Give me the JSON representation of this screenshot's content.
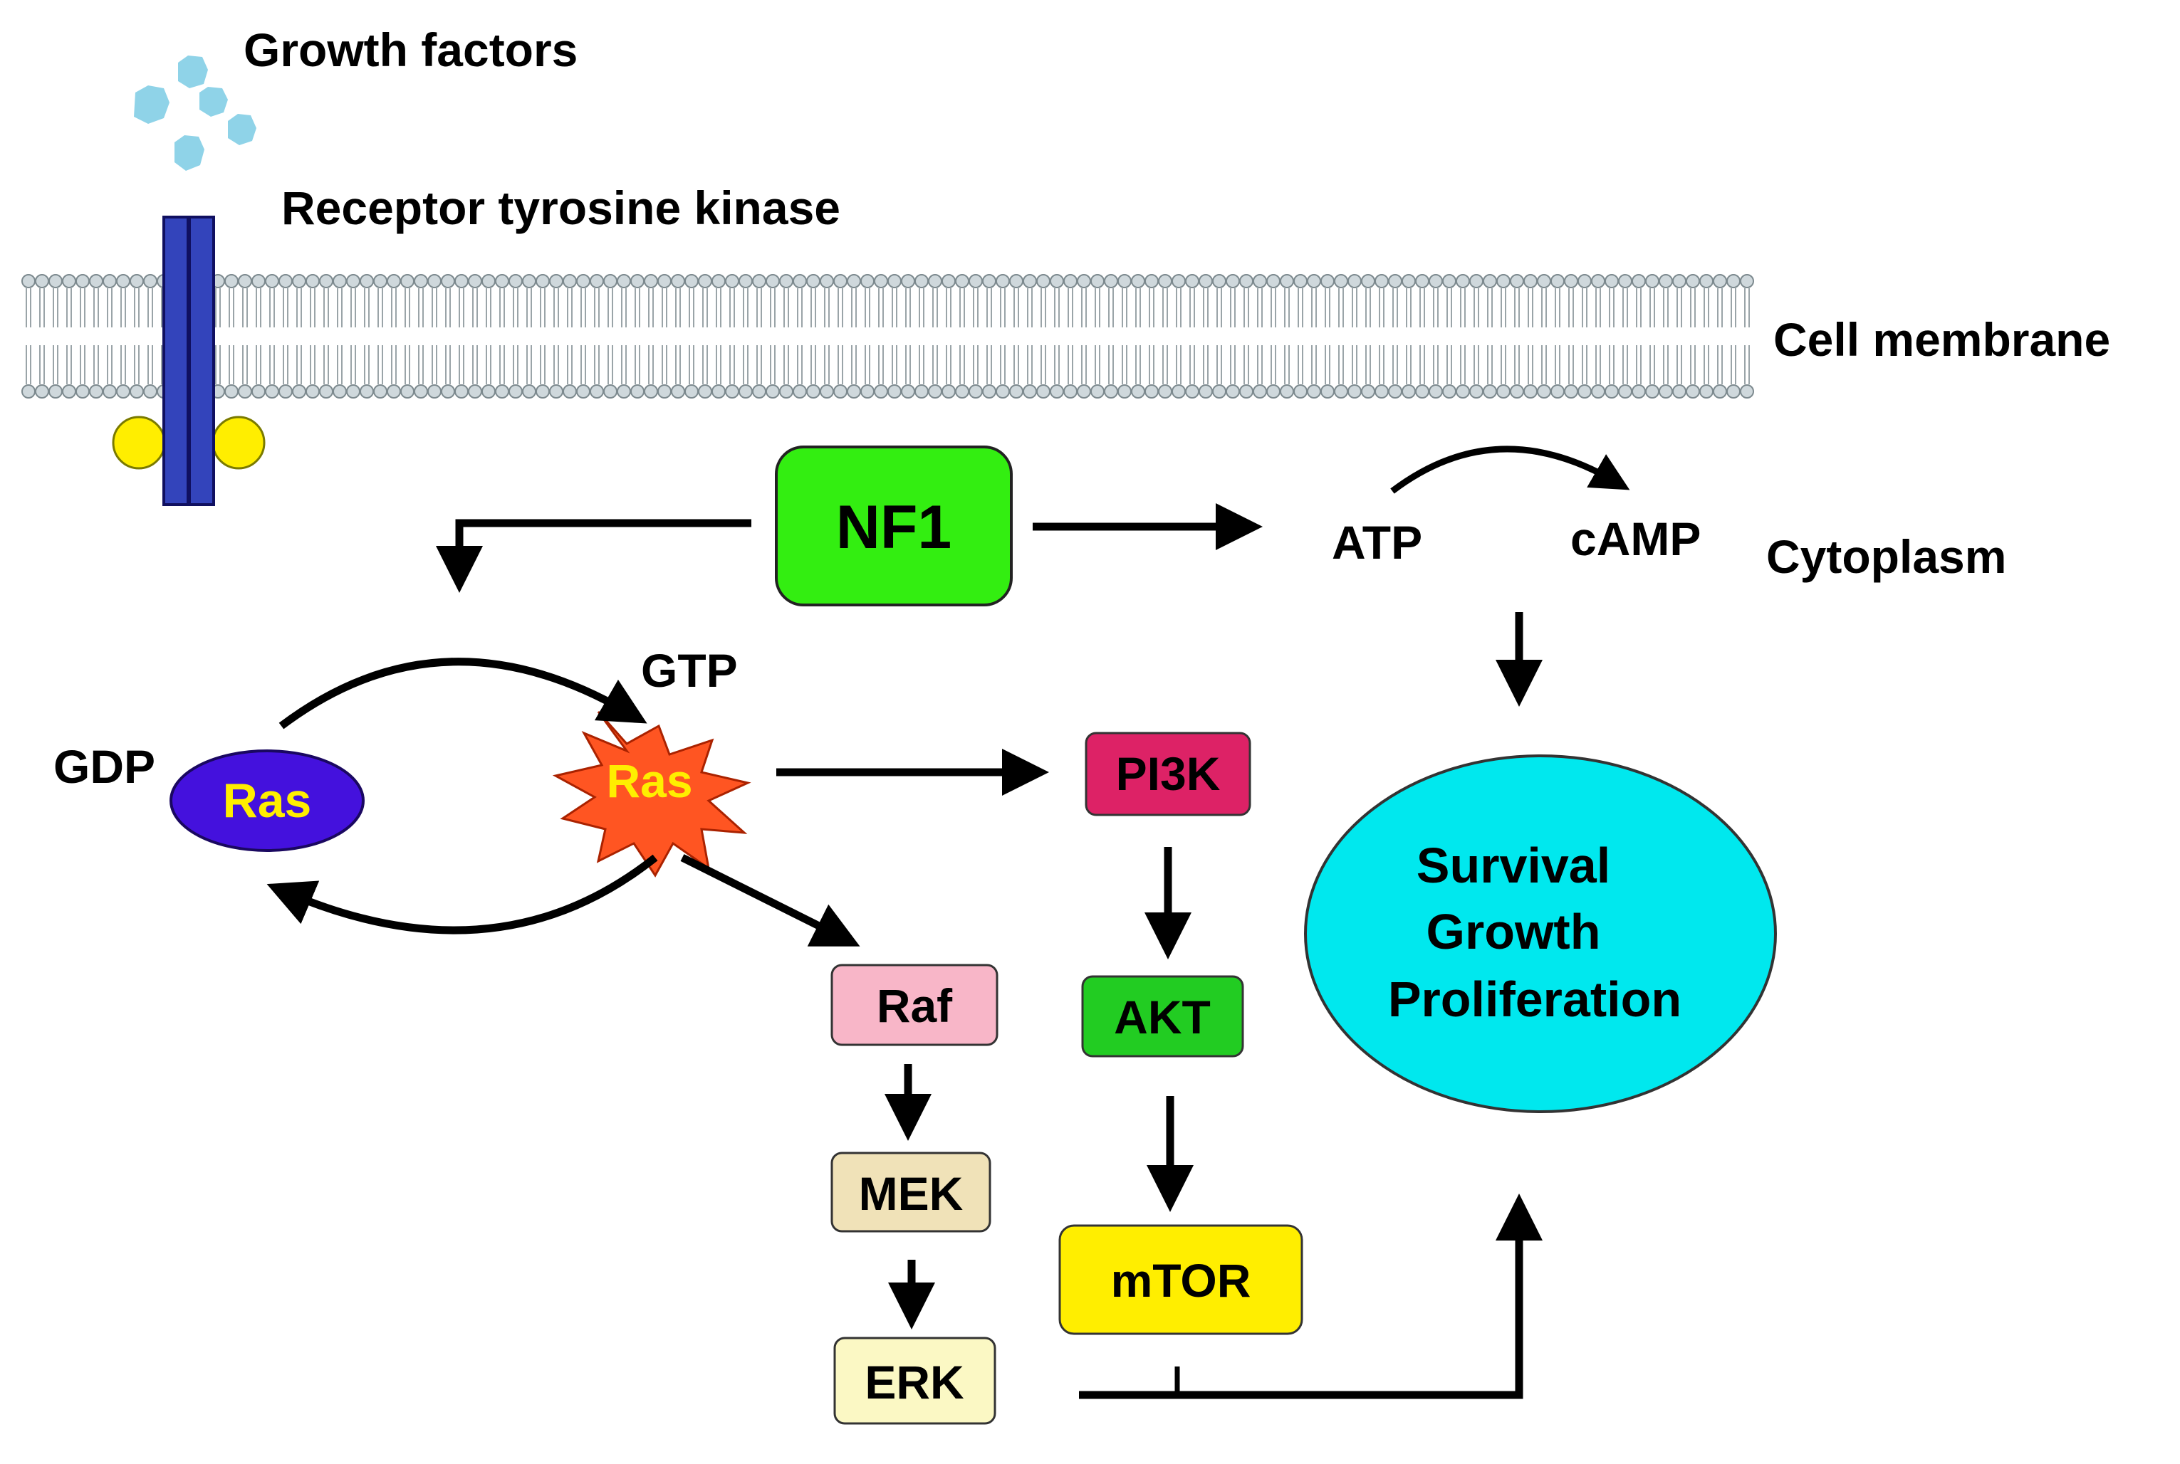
{
  "labels": {
    "growth_factors": "Growth factors",
    "receptor": "Receptor tyrosine kinase",
    "cell_membrane": "Cell membrane",
    "cytoplasm": "Cytoplasm",
    "gdp": "GDP",
    "gtp": "GTP",
    "atp": "ATP",
    "camp": "cAMP"
  },
  "nodes": {
    "nf1": "NF1",
    "ras_inactive": "Ras",
    "ras_active": "Ras",
    "pi3k": "PI3K",
    "akt": "AKT",
    "mtor": "mTOR",
    "raf": "Raf",
    "mek": "MEK",
    "erk": "ERK",
    "outcome_1": "Survival",
    "outcome_2": "Growth",
    "outcome_3": "Proliferation"
  },
  "colors": {
    "nf1": "#33ee11",
    "ras_inactive": "#4411dd",
    "ras_active": "#ff5522",
    "ras_text": "#ffee00",
    "pi3k": "#dd2266",
    "akt": "#22cc22",
    "mtor": "#ffee00",
    "raf": "#f8b6c8",
    "mek": "#f0e2b8",
    "erk": "#fbf8c4",
    "outcome": "#00e8ee",
    "receptor": "#3344bb",
    "receptor_dots": "#ffee00",
    "growth_factor": "#8fd3e8",
    "membrane_heads": "#cfd8dc"
  }
}
